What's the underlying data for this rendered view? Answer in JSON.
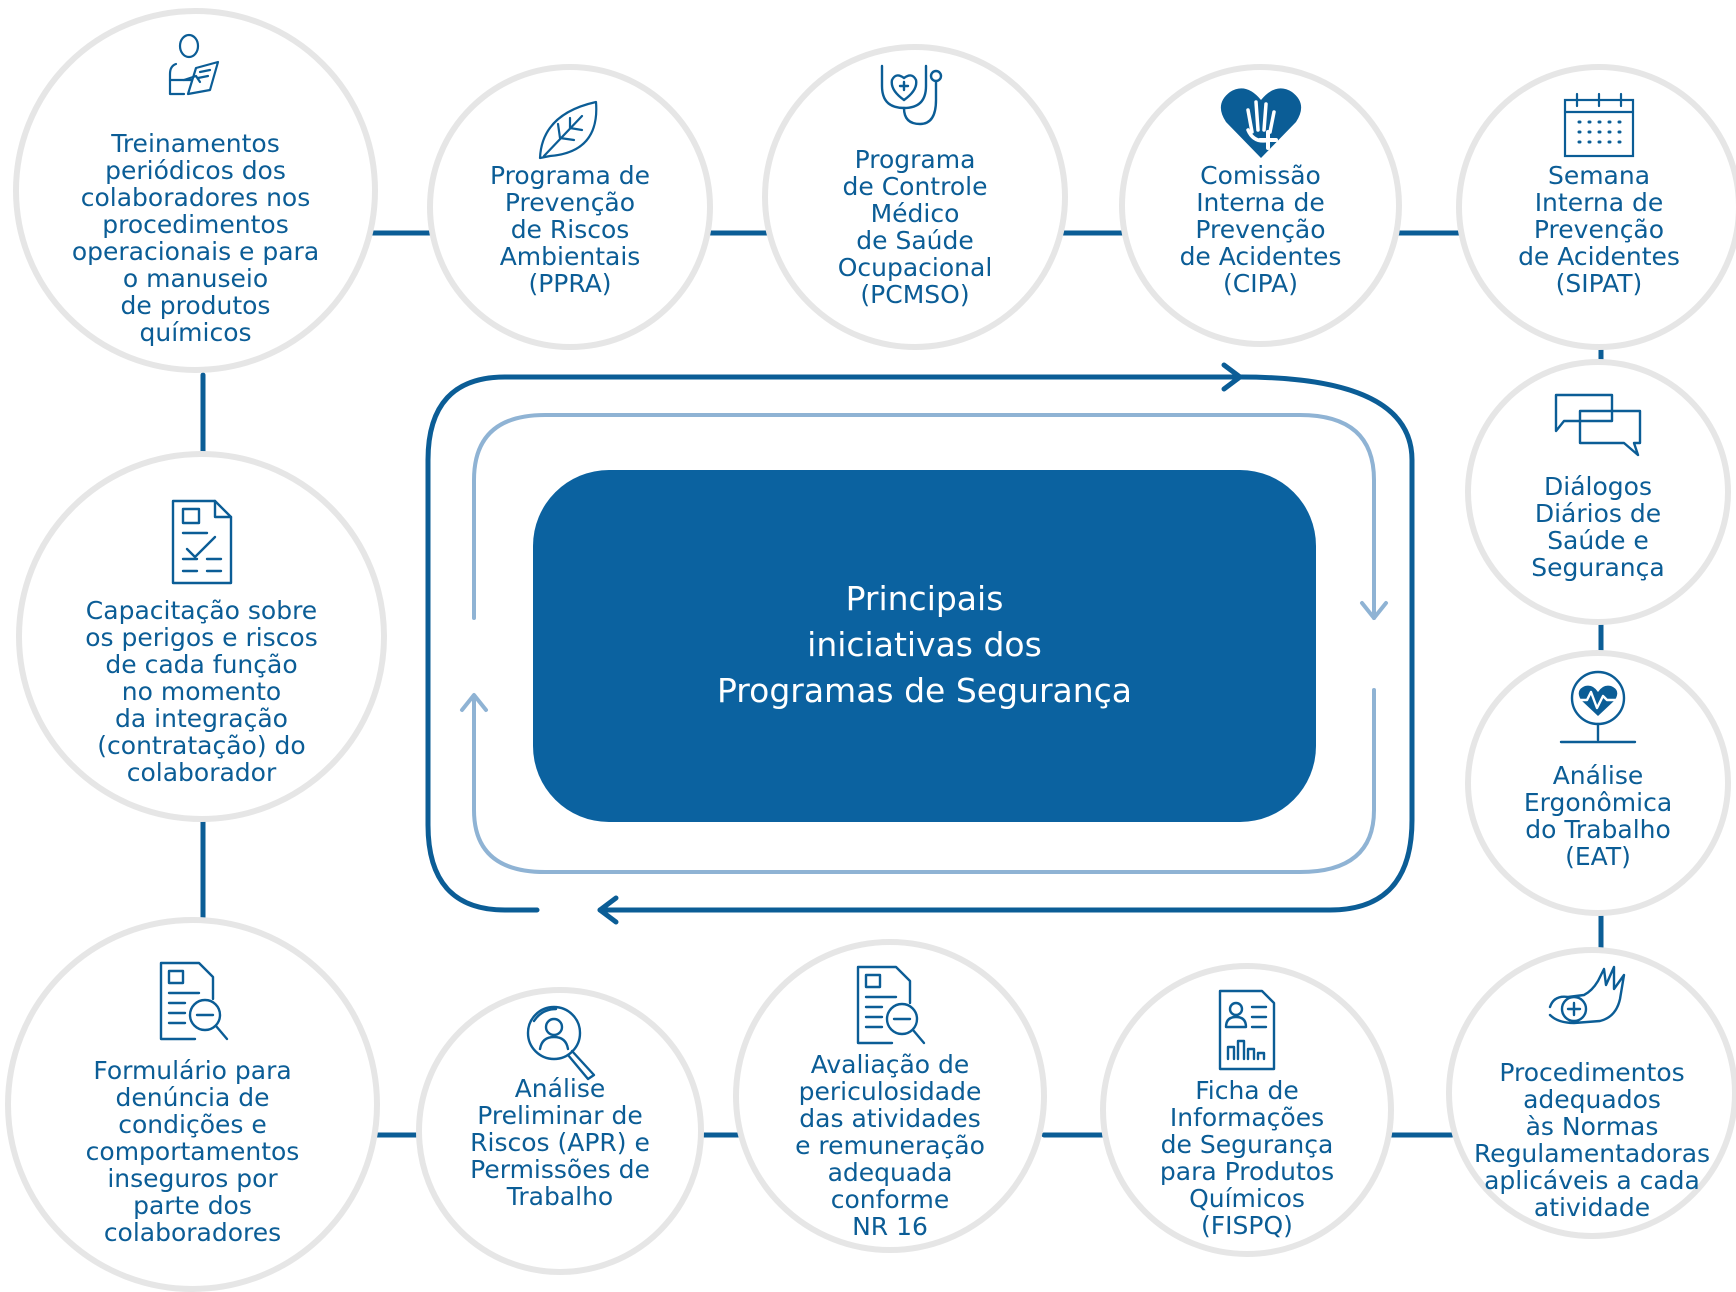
{
  "center": {
    "title": "Principais\niniciativas dos\nProgramas de Segurança"
  },
  "colors": {
    "accent": "#0b62a0",
    "connector": "#0b5d96",
    "inner_loop": "#8fb3d4",
    "node_border": "#e6e6e6"
  },
  "nodes": [
    {
      "id": "treinamentos",
      "icon": "person-reading-icon",
      "label": "Treinamentos\nperiódicos dos\ncolaboradores nos\nprocedimentos\noperacionais e para\no manuseio\nde produtos\nquímicos"
    },
    {
      "id": "ppra",
      "icon": "leaf-icon",
      "label": "Programa de\nPrevenção\nde Riscos\nAmbientais\n(PPRA)"
    },
    {
      "id": "pcmso",
      "icon": "stethoscope-icon",
      "label": "Programa\nde Controle\nMédico\nde Saúde\nOcupacional\n(PCMSO)"
    },
    {
      "id": "cipa",
      "icon": "heart-hand-icon",
      "label": "Comissão\nInterna de\nPrevenção\nde Acidentes\n(CIPA)"
    },
    {
      "id": "sipat",
      "icon": "calendar-icon",
      "label": "Semana\nInterna de\nPrevenção\nde Acidentes\n(SIPAT)"
    },
    {
      "id": "dialogos",
      "icon": "chat-bubbles-icon",
      "label": "Diálogos\nDiários de\nSaúde e\nSegurança"
    },
    {
      "id": "eat",
      "icon": "heartbeat-monitor-icon",
      "label": "Análise\nErgonômica\ndo Trabalho\n(EAT)"
    },
    {
      "id": "procedimentos",
      "icon": "hand-medical-icon",
      "label": "Procedimentos\nadequados\nàs Normas\nRegulamentadoras\naplicáveis a cada\natividade"
    },
    {
      "id": "fispq",
      "icon": "data-sheet-icon",
      "label": "Ficha de\nInformações\nde Segurança\npara Produtos\nQuímicos\n(FISPQ)"
    },
    {
      "id": "periculosidade",
      "icon": "document-search-icon",
      "label": "Avaliação de\npericulosidade\ndas atividades\ne remuneração\nadequada\nconforme\nNR 16"
    },
    {
      "id": "apr",
      "icon": "magnifier-person-icon",
      "label": "Análise\nPreliminar de\nRiscos (APR) e\nPermissões de\nTrabalho"
    },
    {
      "id": "formulario",
      "icon": "document-search-icon",
      "label": "Formulário para\ndenúncia de\ncondições e\ncomportamentos\ninseguros por\nparte dos\ncolaboradores"
    },
    {
      "id": "capacitacao",
      "icon": "checklist-document-icon",
      "label": "Capacitação sobre\nos perigos e riscos\nde cada função\nno momento\nda integração\n(contratação) do\ncolaborador"
    }
  ]
}
